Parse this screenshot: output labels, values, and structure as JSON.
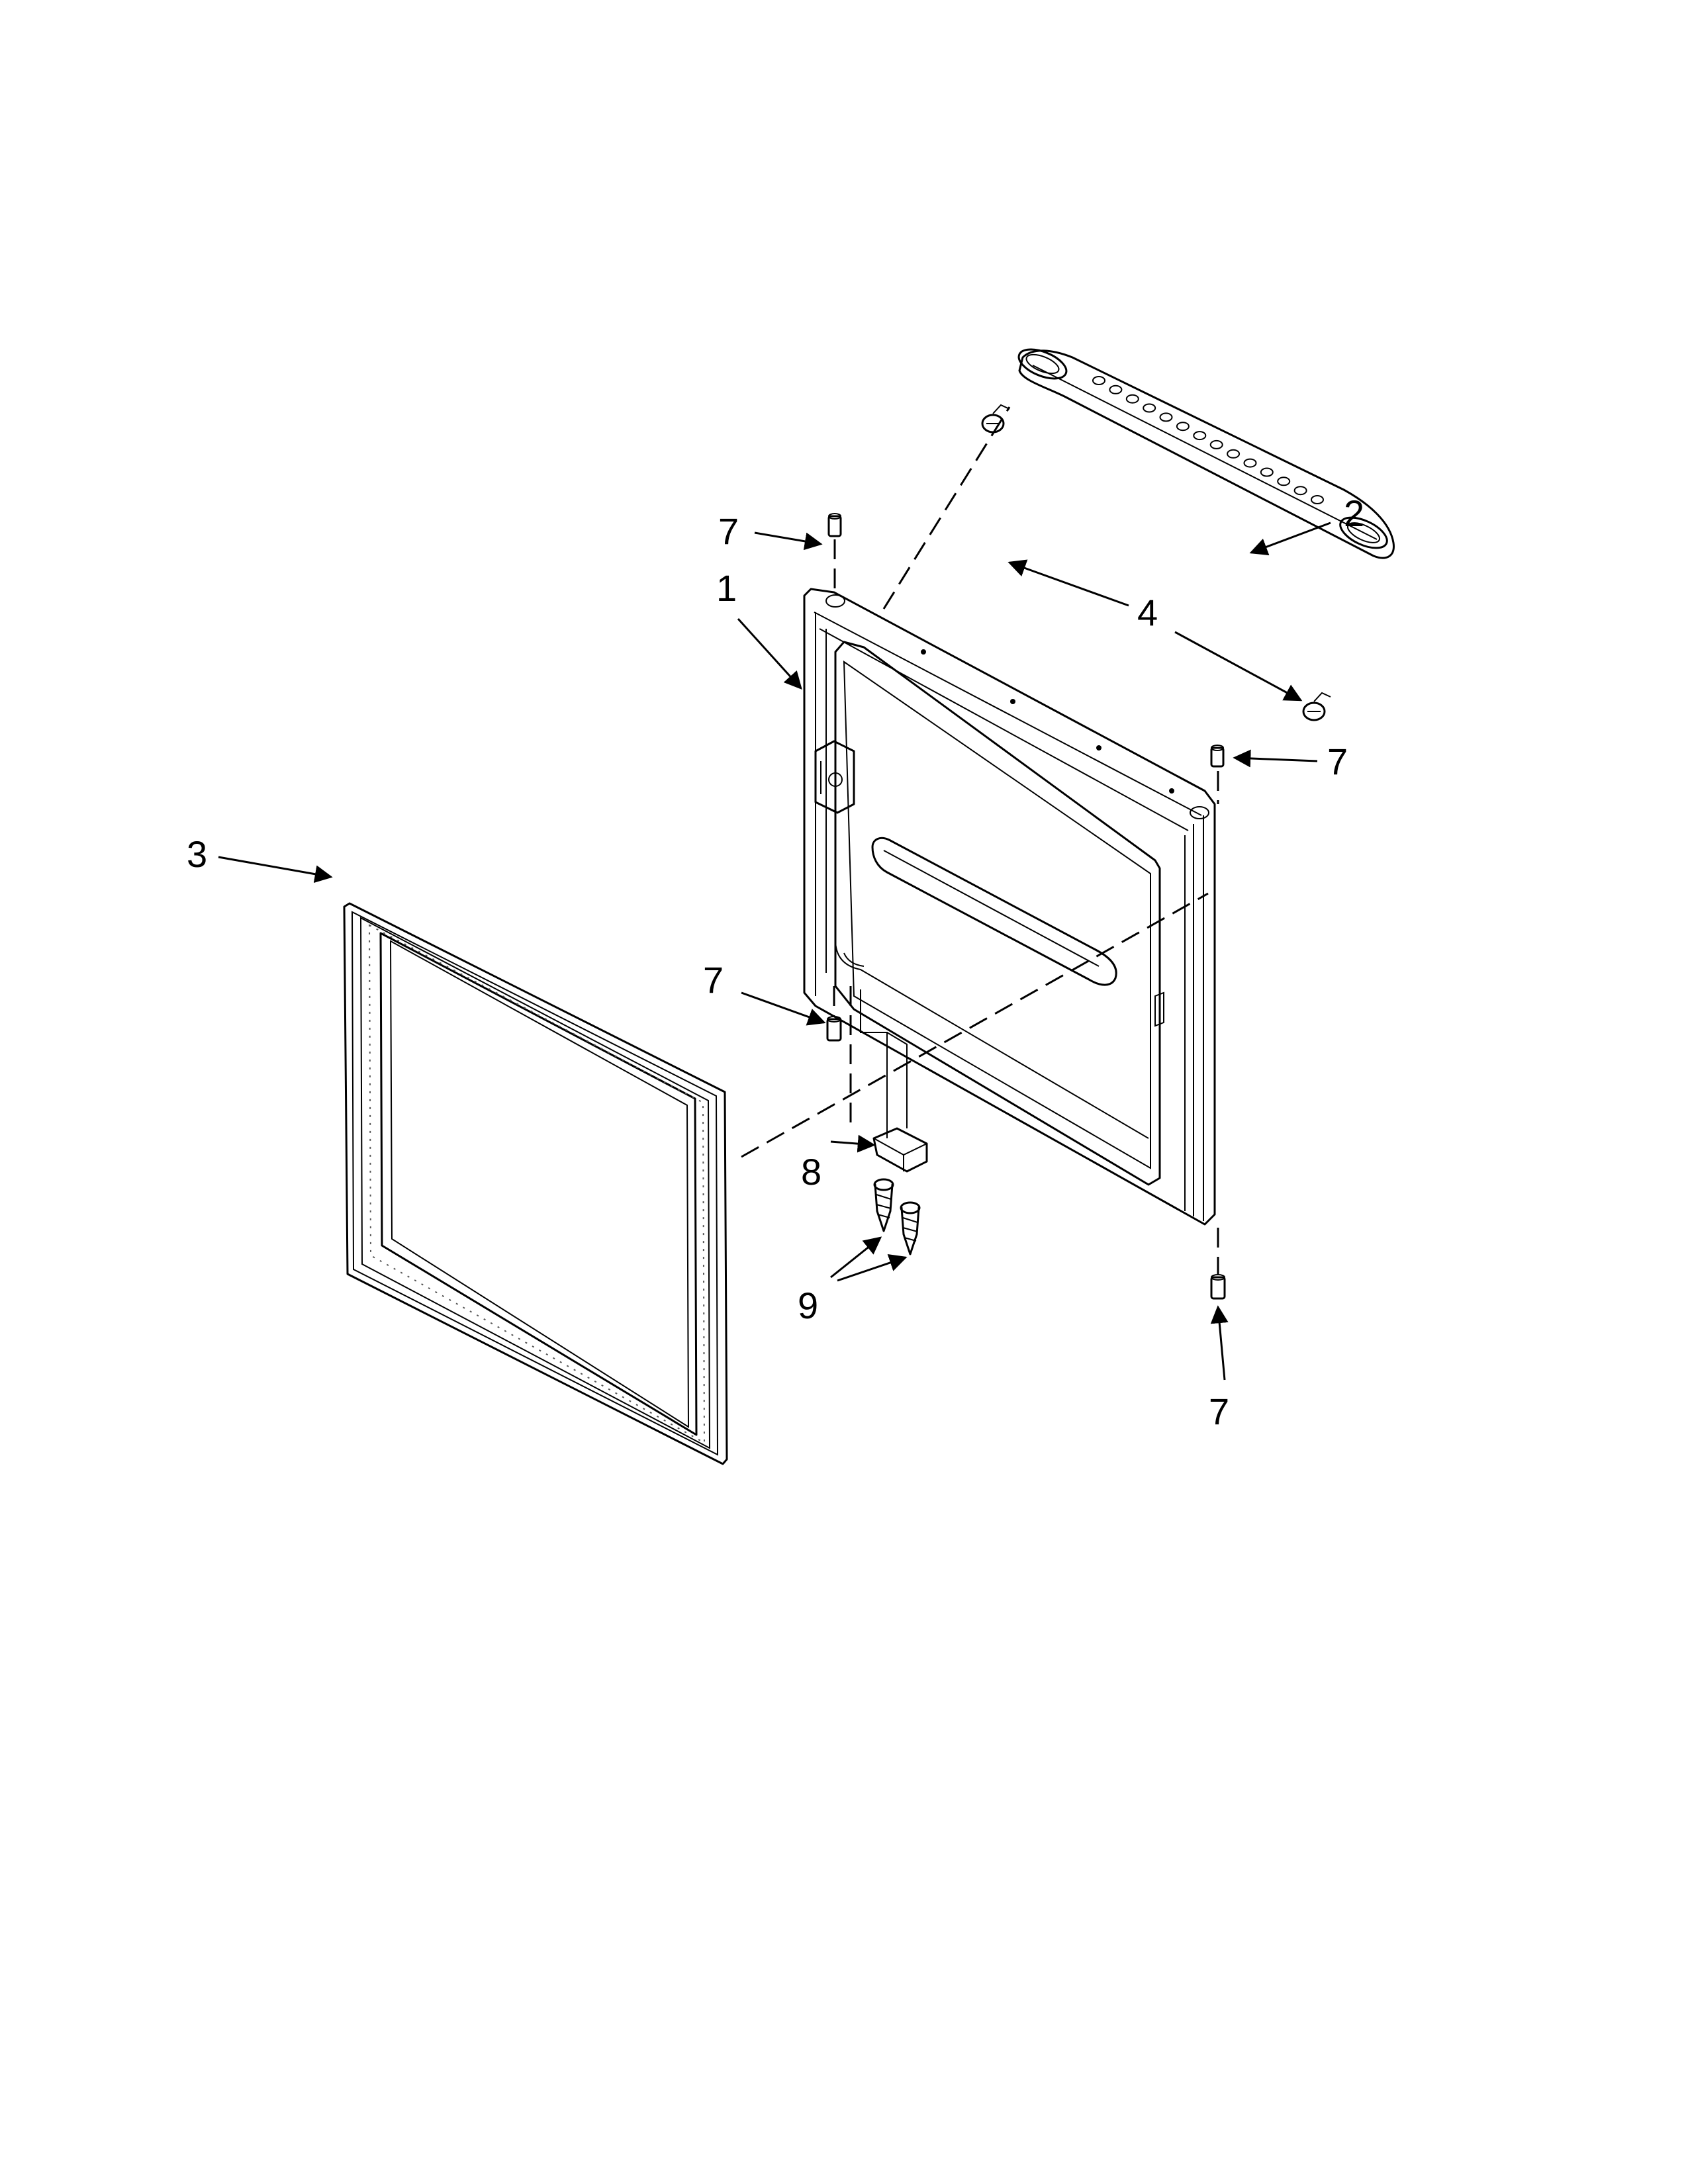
{
  "diagram": {
    "callouts": [
      {
        "id": "c1",
        "label": "1"
      },
      {
        "id": "c2",
        "label": "2"
      },
      {
        "id": "c3",
        "label": "3"
      },
      {
        "id": "c4",
        "label": "4"
      },
      {
        "id": "c7a",
        "label": "7"
      },
      {
        "id": "c7b",
        "label": "7"
      },
      {
        "id": "c7c",
        "label": "7"
      },
      {
        "id": "c7d",
        "label": "7"
      },
      {
        "id": "c8",
        "label": "8"
      },
      {
        "id": "c9",
        "label": "9"
      }
    ]
  }
}
